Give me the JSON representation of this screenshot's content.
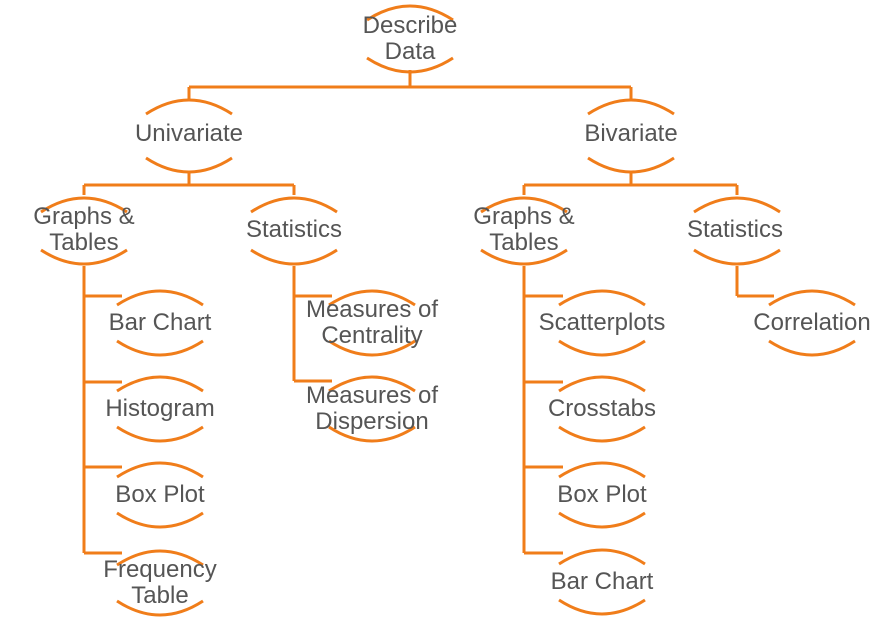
{
  "colors": {
    "accent": "#f07d1a",
    "text": "#555555"
  },
  "root": {
    "lines": [
      "Describe",
      "Data"
    ]
  },
  "branches": {
    "univariate": {
      "label": "Univariate",
      "graphs": {
        "lines": [
          "Graphs &",
          "Tables"
        ],
        "items": [
          [
            "Bar Chart"
          ],
          [
            "Histogram"
          ],
          [
            "Box Plot"
          ],
          [
            "Frequency",
            "Table"
          ]
        ]
      },
      "statistics": {
        "label": "Statistics",
        "items": [
          [
            "Measures of",
            "Centrality"
          ],
          [
            "Measures of",
            "Dispersion"
          ]
        ]
      }
    },
    "bivariate": {
      "label": "Bivariate",
      "graphs": {
        "lines": [
          "Graphs &",
          "Tables"
        ],
        "items": [
          [
            "Scatterplots"
          ],
          [
            "Crosstabs"
          ],
          [
            "Box Plot"
          ],
          [
            "Bar Chart"
          ]
        ]
      },
      "statistics": {
        "label": "Statistics",
        "items": [
          [
            "Correlation"
          ]
        ]
      }
    }
  }
}
